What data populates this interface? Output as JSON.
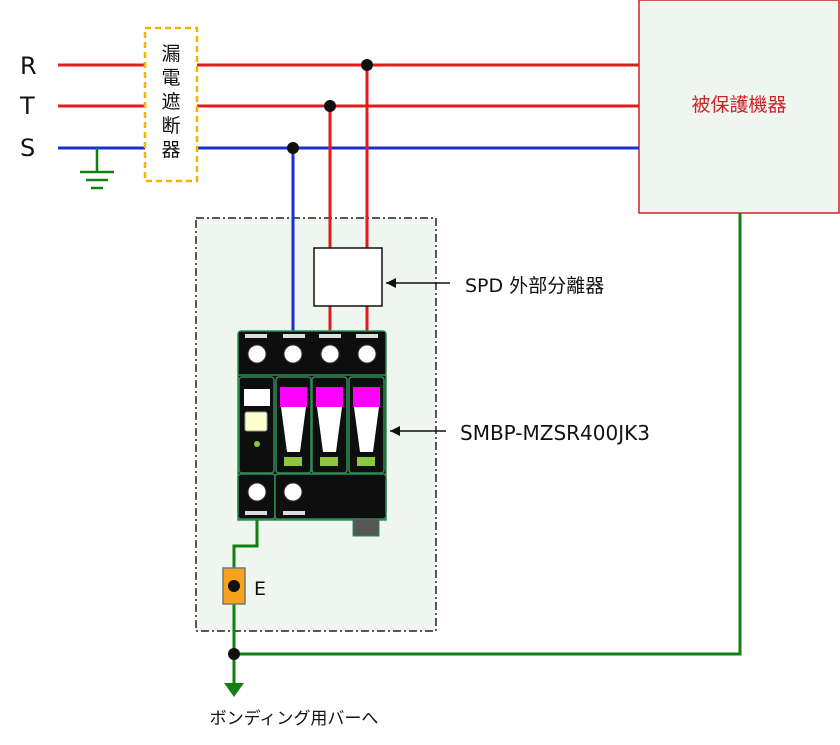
{
  "phases": {
    "r": "R",
    "t": "T",
    "s": "S"
  },
  "breaker": {
    "chars": [
      "漏",
      "電",
      "遮",
      "断",
      "器"
    ]
  },
  "protected_device": {
    "label": "被保護機器"
  },
  "spd_disconnector": {
    "label": "SPD 外部分離器"
  },
  "spd_model": {
    "label": "SMBP-MZSR400JK3"
  },
  "earth_terminal": {
    "label": "E"
  },
  "bonding_bar": {
    "label": "ボンディング用バーへ"
  },
  "colors": {
    "red_line": "#e31b1b",
    "blue_line": "#1a2fd6",
    "green_line": "#128012",
    "breaker_border": "#f5b400",
    "panel_fill": "#eef6ef",
    "device_fill": "#eef6ef",
    "device_border": "#d0202a",
    "device_text": "#d0202a",
    "module_magenta": "#ff00ff",
    "module_green": "#8dc63f",
    "terminal_orange": "#f7a21b"
  }
}
